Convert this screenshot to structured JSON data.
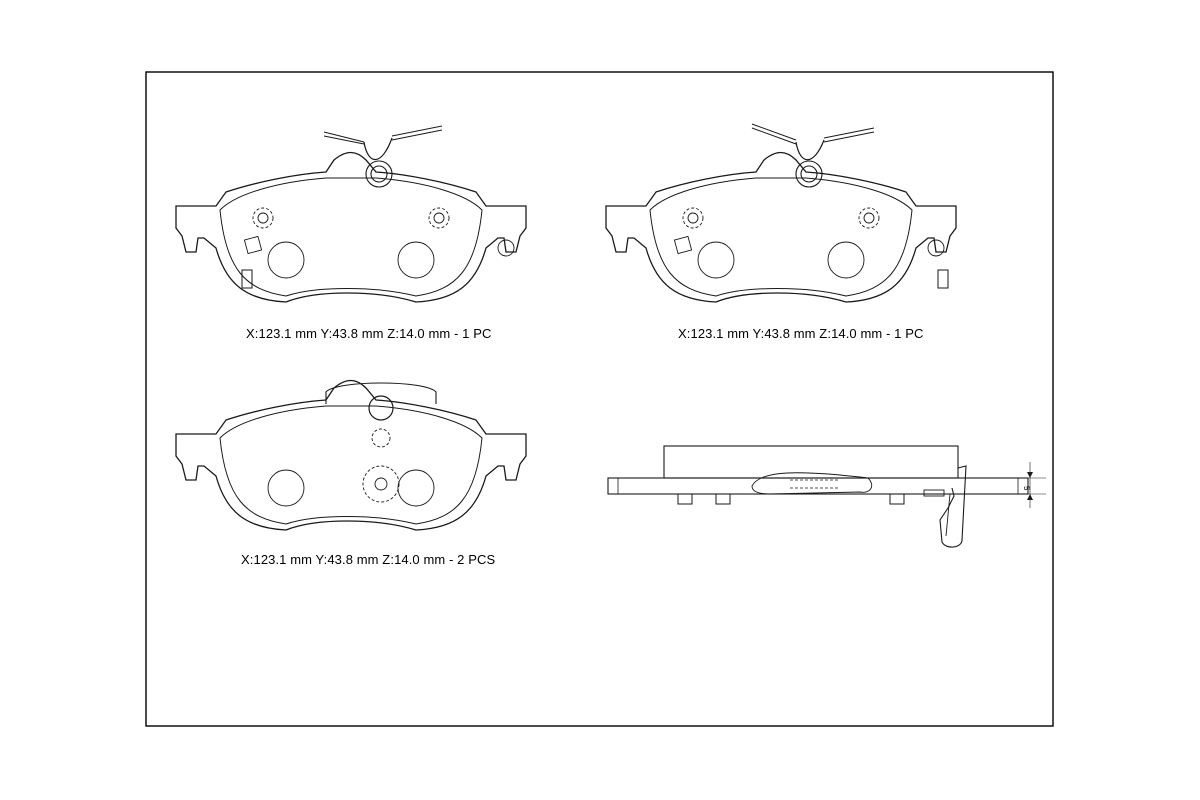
{
  "drawing": {
    "views": [
      {
        "id": "pad-with-clip-left",
        "caption": "X:123.1 mm  Y:43.8 mm  Z:14.0 mm  - 1 PC"
      },
      {
        "id": "pad-with-clip-right",
        "caption": "X:123.1 mm  Y:43.8 mm  Z:14.0 mm  - 1 PC"
      },
      {
        "id": "pad-plain",
        "caption": "X:123.1 mm  Y:43.8 mm  Z:14.0 mm  - 2 PCS"
      },
      {
        "id": "side-profile",
        "dimension_label": "5"
      }
    ],
    "colors": {
      "line": "#1a1a1a",
      "frame": "#000000",
      "background": "#ffffff"
    }
  }
}
